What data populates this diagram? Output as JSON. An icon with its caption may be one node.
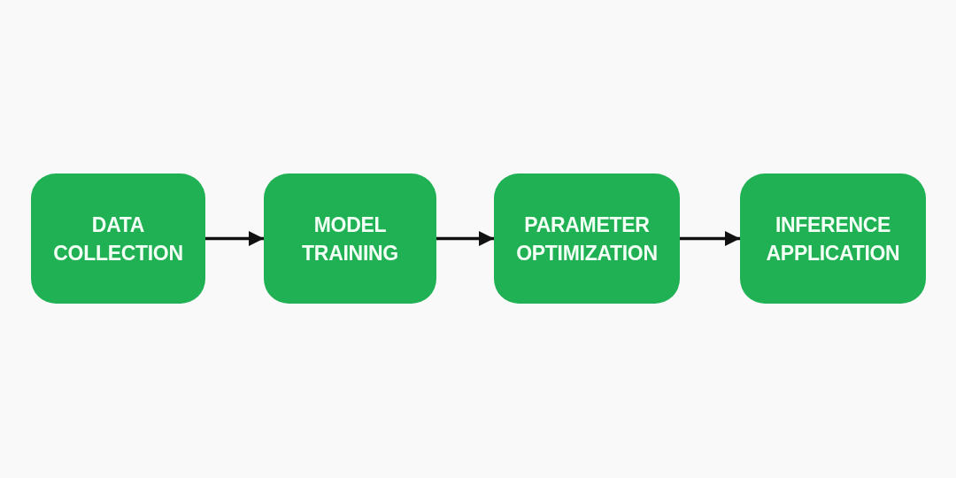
{
  "diagram": {
    "nodes": [
      {
        "text": [
          "DATA COLLECTION"
        ]
      },
      {
        "text": [
          "MODEL TRAINING"
        ]
      },
      {
        "text": [
          "PARAMETER OPTIMIZATION"
        ]
      },
      {
        "text": [
          "INFERENCE APPLICATION"
        ]
      }
    ],
    "edges": [
      {
        "from": 0,
        "to": 1,
        "arrow": "to"
      },
      {
        "from": 1,
        "to": 2,
        "arrow": "to"
      },
      {
        "from": 2,
        "to": 3,
        "arrow": "to"
      }
    ]
  }
}
